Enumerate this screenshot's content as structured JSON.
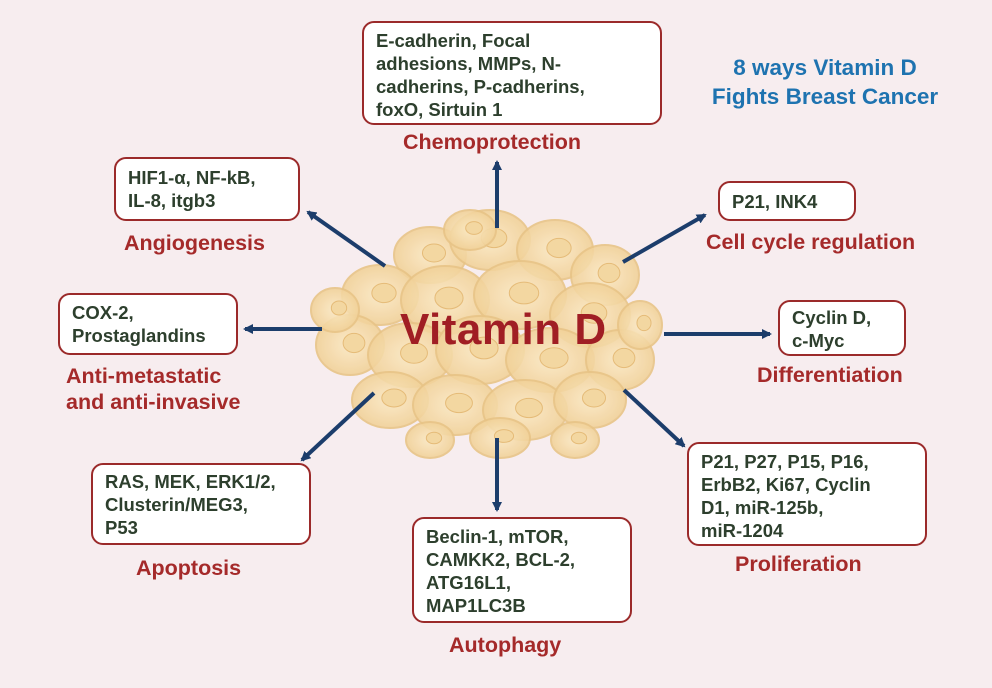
{
  "headline": {
    "line1": "8 ways Vitamin D",
    "line2": "Fights Breast Cancer"
  },
  "center_label": "Vitamin D",
  "nodes": {
    "chemoprotection": {
      "label": "Chemoprotection",
      "items": [
        "E-cadherin, Focal",
        "adhesions, MMPs, N-",
        "cadherins, P-cadherins,",
        "foxO, Sirtuin 1"
      ]
    },
    "angiogenesis": {
      "label": "Angiogenesis",
      "items": [
        "HIF1-α, NF-kB,",
        "IL-8, itgb3"
      ]
    },
    "cell_cycle": {
      "label": "Cell cycle regulation",
      "items": [
        "P21, INK4"
      ]
    },
    "anti_metastatic": {
      "label_lines": [
        "Anti-metastatic",
        "and anti-invasive"
      ],
      "items": [
        "COX-2,",
        "Prostaglandins"
      ]
    },
    "differentiation": {
      "label": "Differentiation",
      "items": [
        "Cyclin D,",
        "c-Myc"
      ]
    },
    "apoptosis": {
      "label": "Apoptosis",
      "items": [
        "RAS, MEK, ERK1/2,",
        "Clusterin/MEG3,",
        "P53"
      ]
    },
    "proliferation": {
      "label": "Proliferation",
      "items": [
        "P21, P27, P15, P16,",
        "ErbB2, Ki67, Cyclin",
        "D1, miR-125b,",
        "miR-1204"
      ]
    },
    "autophagy": {
      "label": "Autophagy",
      "items": [
        "Beclin-1, mTOR,",
        "CAMKK2, BCL-2,",
        "ATG16L1,",
        "MAP1LC3B"
      ]
    }
  },
  "colors": {
    "background": "#f7edef",
    "box_border": "#9b2a2a",
    "box_text": "#2d3f2d",
    "label_text": "#a52a2a",
    "arrow": "#1c3d6b",
    "headline": "#1e73b0",
    "cell_fill": "#f6dfae"
  }
}
